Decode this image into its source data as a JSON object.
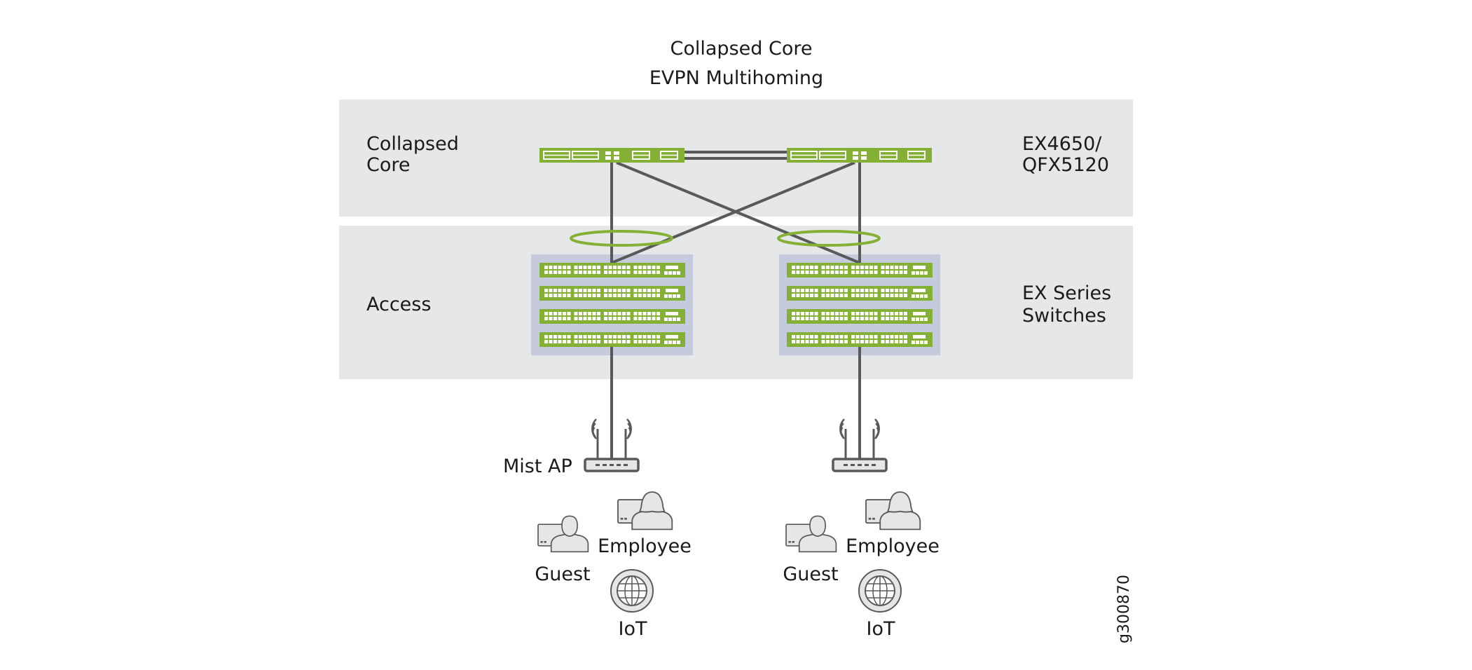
{
  "title": {
    "line1": "Collapsed Core",
    "line2": "EVPN Multihoming"
  },
  "layers": {
    "core": {
      "label_line1": "Collapsed",
      "label_line2": "Core",
      "device_line1": "EX4650/",
      "device_line2": "QFX5120"
    },
    "access": {
      "label": "Access",
      "device_line1": "EX Series",
      "device_line2": "Switches"
    }
  },
  "access_stacks": [
    {
      "name": "left",
      "switch_count": 4
    },
    {
      "name": "right",
      "switch_count": 4
    }
  ],
  "sites": [
    {
      "ap_label": "Mist AP",
      "clients": [
        "Employee",
        "Guest",
        "IoT"
      ]
    },
    {
      "ap_label": "",
      "clients": [
        "Employee",
        "Guest",
        "IoT"
      ]
    }
  ],
  "figure_id": "g300870",
  "colors": {
    "band": "#e6e7e8",
    "switch_green": "#84b135",
    "stack_bg": "#c5cadc",
    "link": "#58595b",
    "lag_ring": "#84b135",
    "icon_fill": "#e6e6e6",
    "icon_stroke": "#58595b"
  }
}
